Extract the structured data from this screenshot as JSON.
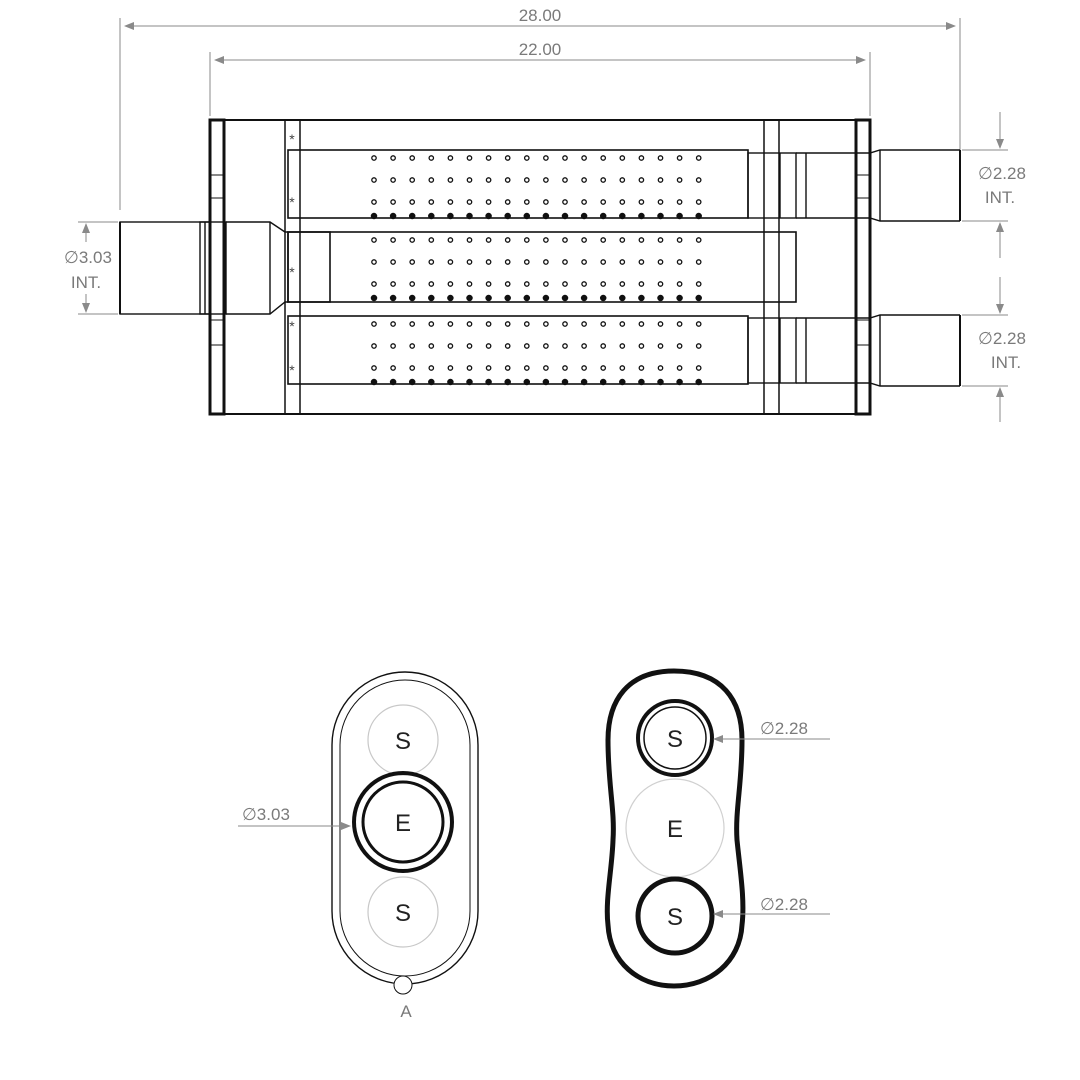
{
  "side_view": {
    "overall_length": "28.00",
    "body_length": "22.00",
    "inlet_dia": "∅3.03",
    "inlet_int": "INT.",
    "outlet_top_dia": "∅2.28",
    "outlet_top_int": "INT.",
    "outlet_bottom_dia": "∅2.28",
    "outlet_bottom_int": "INT.",
    "weld_mark": "*"
  },
  "inlet_end_view": {
    "top_port": "S",
    "center_port": "E",
    "bottom_port": "S",
    "center_dia": "∅3.03",
    "view_marker": "A"
  },
  "outlet_end_view": {
    "top_port": "S",
    "center_port": "E",
    "bottom_port": "S",
    "top_dia": "∅2.28",
    "bottom_dia": "∅2.28"
  }
}
